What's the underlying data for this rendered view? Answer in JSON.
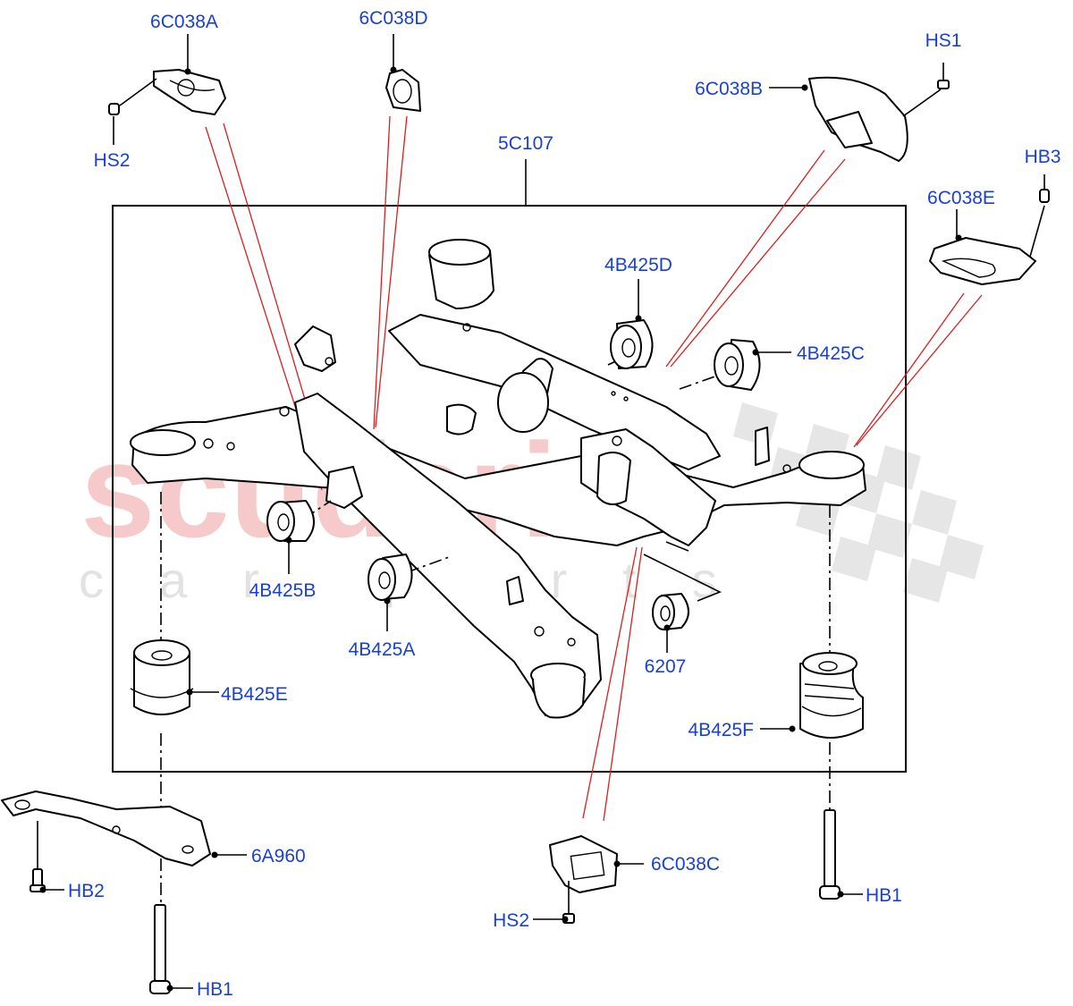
{
  "watermark": {
    "main": "scuderia",
    "sub": "car parts"
  },
  "labels": {
    "frame": "5C107",
    "bracket_a": "6C038A",
    "bracket_b": "6C038B",
    "bracket_c": "6C038C",
    "bracket_d": "6C038D",
    "bracket_e": "6C038E",
    "bush_a": "4B425A",
    "bush_b": "4B425B",
    "bush_c": "4B425C",
    "bush_d": "4B425D",
    "bush_e": "4B425E",
    "bush_f": "4B425F",
    "mount_6207": "6207",
    "mount_6a960": "6A960",
    "hs1": "HS1",
    "hs2_top": "HS2",
    "hs2_bottom": "HS2",
    "hb1_left": "HB1",
    "hb1_right": "HB1",
    "hb2": "HB2",
    "hb3": "HB3"
  },
  "colors": {
    "label": "#1a3fd6",
    "line": "#000000",
    "leader_red": "#d62020",
    "watermark_red": "#f6caca",
    "watermark_grey": "#e2e2e2"
  }
}
